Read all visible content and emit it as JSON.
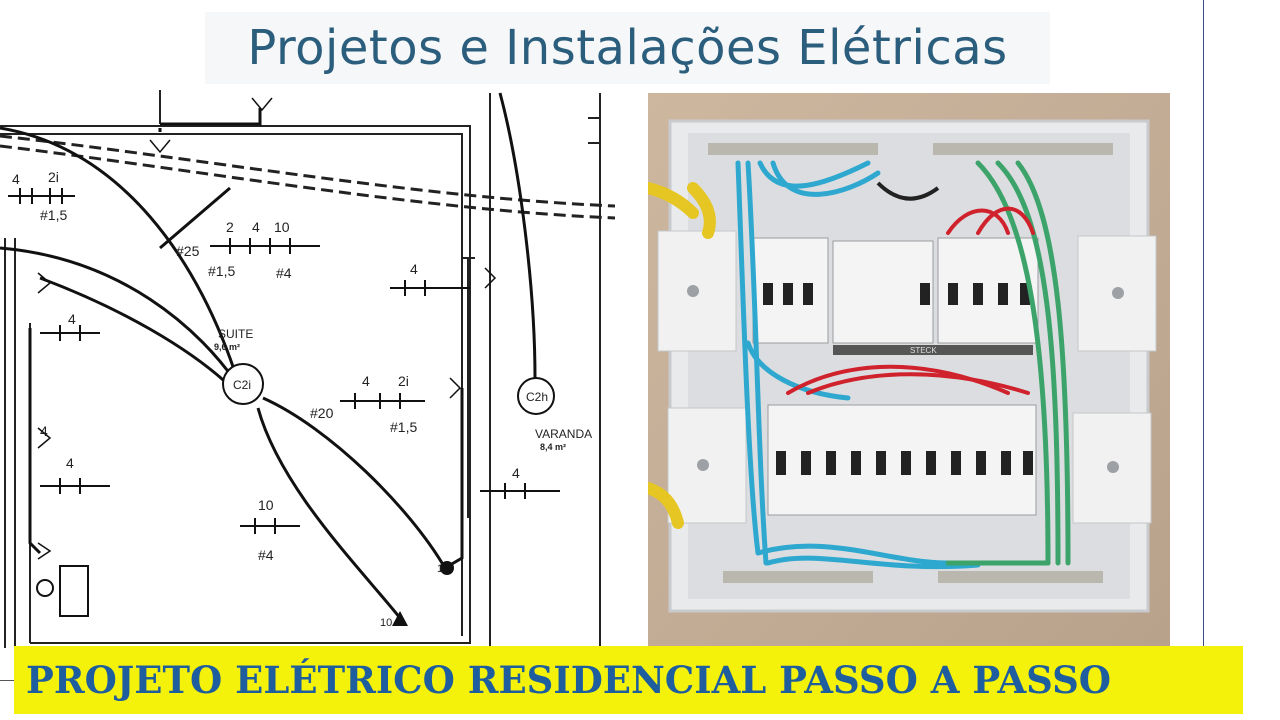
{
  "header": {
    "title": "Projetos e Instalações Elétricas"
  },
  "banner": {
    "text": "PROJETO ELÉTRICO RESIDENCIAL PASSO A PASSO"
  },
  "plan": {
    "labels": {
      "top_left_count": "4",
      "top_left_count2": "2i",
      "top_left_gauge": "#1,5",
      "mid_counts": [
        "2",
        "4",
        "10"
      ],
      "mid_gauge": "#1,5",
      "mid_gauge2": "#4",
      "conduit": "#25",
      "conduit2": "#20",
      "suite": "SUITE",
      "suite_sub": "9,6 m²",
      "fixture_1": "C2i",
      "fixture_2": "C2h",
      "varanda": "VARANDA",
      "varanda_sub": "8,4 m²",
      "right_count": "4",
      "right_count2": "4",
      "lower_counts": [
        "4",
        "2i"
      ],
      "lower_gauge": "#1,5",
      "left_counts": [
        "4",
        "4",
        "4"
      ],
      "bottom_count": "10",
      "bottom_gauge": "#4",
      "bottom_right": "4",
      "point_label": "1",
      "point_label2": "10"
    }
  },
  "photo": {
    "brand": "STECK"
  }
}
